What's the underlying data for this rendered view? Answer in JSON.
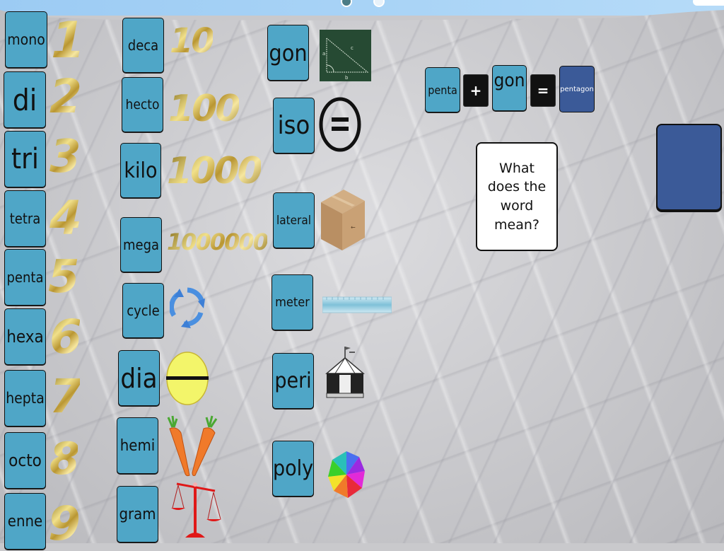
{
  "prefixes_numbers": [
    {
      "label": "mono",
      "value": "1"
    },
    {
      "label": "di",
      "value": "2"
    },
    {
      "label": "tri",
      "value": "3"
    },
    {
      "label": "tetra",
      "value": "4"
    },
    {
      "label": "penta",
      "value": "5"
    },
    {
      "label": "hexa",
      "value": "6"
    },
    {
      "label": "hepta",
      "value": "7"
    },
    {
      "label": "octo",
      "value": "8"
    },
    {
      "label": "enne",
      "value": "9"
    }
  ],
  "prefixes_powers": [
    {
      "label": "deca",
      "value": "10"
    },
    {
      "label": "hecto",
      "value": "100"
    },
    {
      "label": "kilo",
      "value": "1000"
    },
    {
      "label": "mega",
      "value": "1000000"
    }
  ],
  "prefixes_images_col2": [
    {
      "label": "cycle",
      "icon": "recycle-arrows-icon"
    },
    {
      "label": "dia",
      "icon": "circle-diameter-icon"
    },
    {
      "label": "hemi",
      "icon": "half-carrots-icon"
    },
    {
      "label": "gram",
      "icon": "balance-scale-icon"
    }
  ],
  "prefixes_images_col3": [
    {
      "label": "gon",
      "icon": "chalkboard-triangle-icon"
    },
    {
      "label": "iso",
      "icon": "equal-circle-icon"
    },
    {
      "label": "lateral",
      "icon": "cardboard-box-icon"
    },
    {
      "label": "meter",
      "icon": "ruler-icon"
    },
    {
      "label": "peri",
      "icon": "carousel-icon"
    },
    {
      "label": "poly",
      "icon": "polygon-star-icon"
    }
  ],
  "equation": {
    "part1": "penta",
    "plus": "+",
    "part2": "gon",
    "equals": "=",
    "result": "pentagon"
  },
  "question_card": {
    "text": "What does the word mean?"
  },
  "colors": {
    "card": "#4fa6c7",
    "result_card": "#3b5a98",
    "operator": "#111111",
    "gold": "#d8bf57"
  }
}
